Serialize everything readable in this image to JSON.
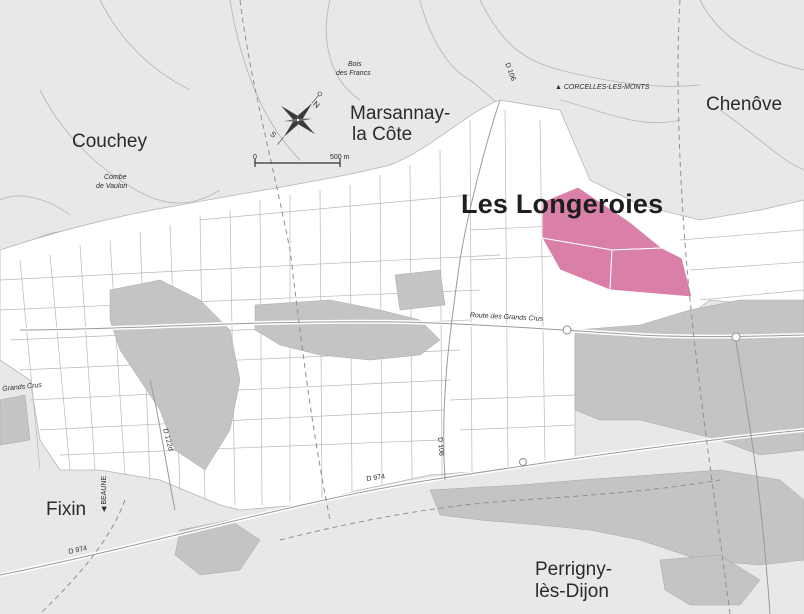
{
  "map": {
    "highlight_label": "Les Longeroies",
    "highlight_color": "#d97fa8",
    "background_color": "#e8e8e6",
    "parcel_color": "#ffffff",
    "village_color": "#c4c4c4",
    "towns": {
      "couchey": "Couchey",
      "marsannay_line1": "Marsannay-",
      "marsannay_line2": "la Côte",
      "chenove": "Chenôve",
      "fixin": "Fixin",
      "perrigny_line1": "Perrigny-",
      "perrigny_line2": "lès-Dijon"
    },
    "places": {
      "bois_line1": "Bois",
      "bois_line2": "des Francs",
      "combe_line1": "Combe",
      "combe_line2": "de Vaulon",
      "corcelles": "▲ CORCELLES-LES-MONTS",
      "beaune": "◀ BEAUNE"
    },
    "roads": {
      "d106": "D 106",
      "d122d": "D 122d",
      "d108": "D 108",
      "d974_a": "D 974",
      "d974_b": "D 974",
      "route_grands_crus": "Route des Grands Crus",
      "grands_crus_left": "Grands Crus"
    },
    "scale_bar": {
      "start": "0",
      "end": "500 m"
    },
    "compass": {
      "n": "N",
      "s": "S",
      "icon": "compass-rose-icon"
    }
  }
}
